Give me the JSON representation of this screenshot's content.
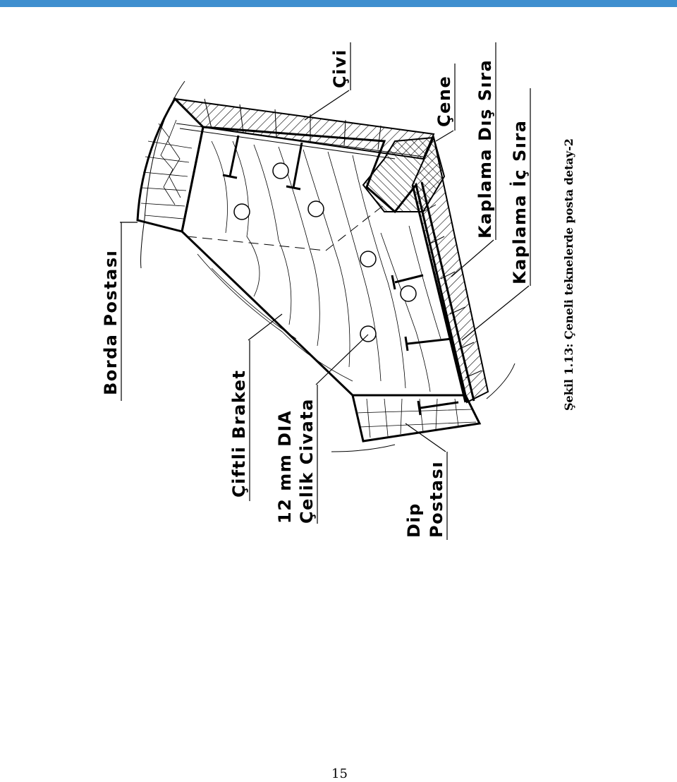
{
  "figure": {
    "labels": {
      "borda_postasi": "Borda Postası",
      "ciftli_braket": "Çiftli Braket",
      "bolt_line1": "12 mm DIA",
      "bolt_line2": "Çelik Civata",
      "dip_line1": "Dip",
      "dip_line2": "Postası",
      "civi": "Çivi",
      "cene": "Çene",
      "kaplama_dis": "Kaplama Dış Sıra",
      "kaplama_ic": "Kaplama İç Sıra"
    },
    "caption": "Şekil 1.13: Çeneli teknelerde posta detay-2",
    "page_number": "15"
  },
  "colors": {
    "top_bar": "#3f8fcf",
    "ink": "#000000"
  }
}
